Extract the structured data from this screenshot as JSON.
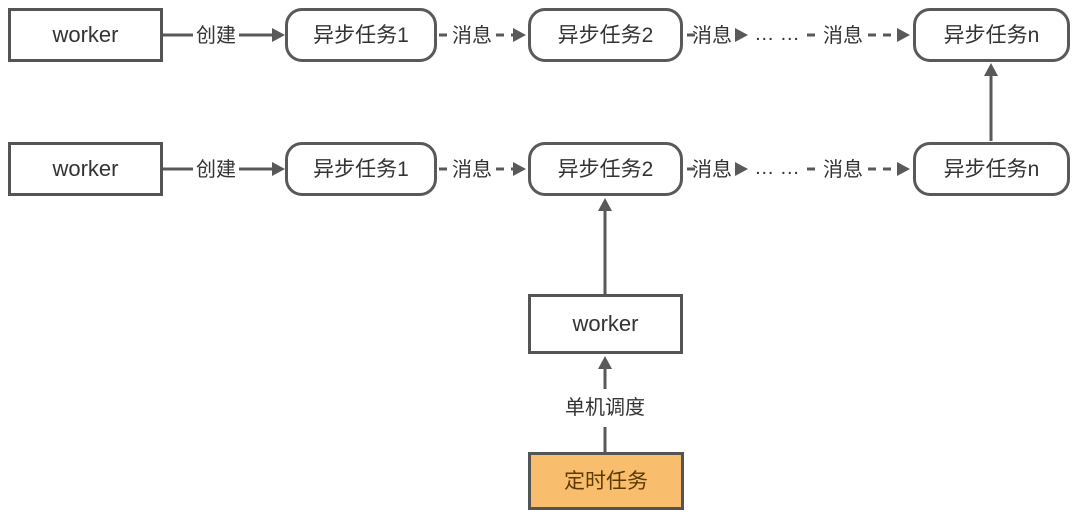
{
  "diagram": {
    "top_chain": {
      "worker": "worker",
      "create_label": "创建",
      "task1": "异步任务1",
      "task2": "异步任务2",
      "taskn": "异步任务n",
      "message_label": "消息",
      "ellipsis": "… …"
    },
    "middle_chain": {
      "worker": "worker",
      "create_label": "创建",
      "task1": "异步任务1",
      "task2": "异步任务2",
      "taskn": "异步任务n",
      "message_label": "消息",
      "ellipsis": "… …"
    },
    "scheduler_branch": {
      "worker": "worker",
      "schedule_label": "单机调度",
      "timed_task": "定时任务"
    },
    "colors": {
      "connector": "#595959",
      "node_border": "#545454",
      "node_text": "#333333",
      "timed_task_fill": "#f9be6d",
      "timed_task_text": "#5c3a00"
    }
  }
}
